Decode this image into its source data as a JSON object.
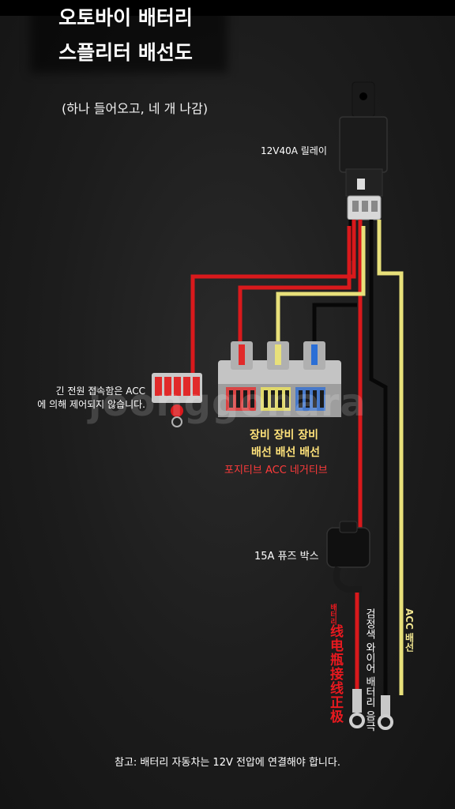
{
  "title": {
    "line1": "오토바이 배터리",
    "line2": "스플리터 배선도",
    "subtitle": "(하나 들어오고, 네 개 나감)"
  },
  "relay": {
    "label": "12V40A 릴레이"
  },
  "junction": {
    "line1": "긴 전원 접속함은 ACC",
    "line2": "에 의해 제어되지 않습니다."
  },
  "equipment": {
    "line1": "장비 장비 장비",
    "line2": "배선 배선 배선",
    "line3": "포지티브 ACC 네거티브"
  },
  "fuse": {
    "label": "15A 퓨즈 박스"
  },
  "wires": {
    "red_small": "배터리",
    "red_label": "线电瓶接线正极",
    "black_label": "검정색 와이어 배터리 음극",
    "yellow_label": "ACC 배선"
  },
  "watermark": "joonggonara",
  "note": "참고: 배터리 자동차는 12V 전압에 연결해야 합니다.",
  "colors": {
    "red_wire": "#d9191c",
    "yellow_wire": "#e8e07a",
    "black_wire": "#0d0d0d",
    "background": "#1f1f1f"
  }
}
